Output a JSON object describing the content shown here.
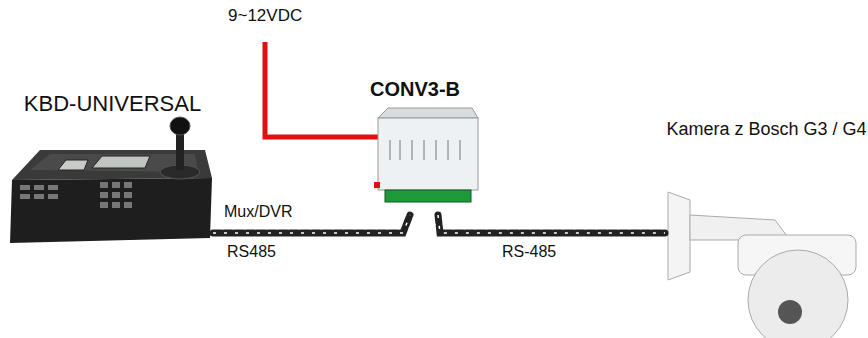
{
  "diagram": {
    "nodes": [
      {
        "text": [
          "KBD-UNIVERSAL"
        ]
      },
      {
        "text": [
          "CONV3-B"
        ]
      },
      {
        "text": [
          "Kamera z Bosch G3 / G4"
        ]
      }
    ],
    "edges": [
      {
        "from": 0,
        "to": 1,
        "arrow": "none",
        "label": "RS485"
      },
      {
        "from": 1,
        "to": 2,
        "arrow": "none",
        "label": "RS-485"
      }
    ],
    "labels": [
      "9~12VDC",
      "Mux/DVR"
    ]
  }
}
